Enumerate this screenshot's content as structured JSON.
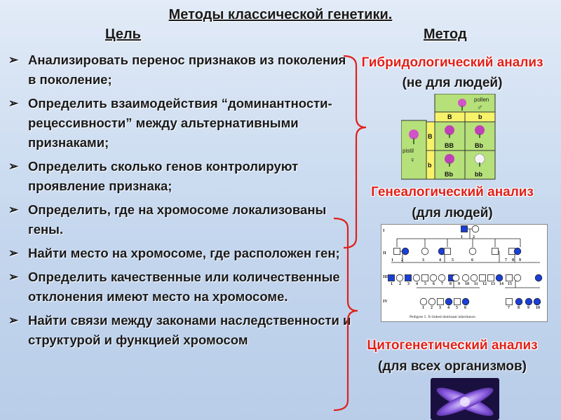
{
  "title": "Методы классической генетики.",
  "headers": {
    "goal": "Цель",
    "method": "Метод"
  },
  "goals": [
    "Анализировать перенос признаков из поколения в поколение;",
    "Определить взаимодействия “доминантности-рецессивности” между альтернативными признаками;",
    "Определить сколько генов контролируют проявление признака;",
    "Определить, где на хромосоме локализованы гены.",
    "Найти место на хромосоме, где расположен ген;",
    " Определить качественные или количественные отклонения имеют место на хромосоме.",
    "Найти связи между законами наследственности и структурой и функцией хромосом"
  ],
  "methods": [
    {
      "name": "Гибридологический анализ",
      "note": "(не для людей)"
    },
    {
      "name": "Генеалогический анализ",
      "note": "(для людей)"
    },
    {
      "name": "Цитогенетический анализ",
      "note": "(для всех организмов)"
    }
  ],
  "punnett": {
    "pollen": "pollen",
    "pistil": "pistil",
    "col_alleles": [
      "B",
      "b"
    ],
    "row_alleles": [
      "B",
      "b"
    ],
    "cells": [
      "BB",
      "Bb",
      "Bb",
      "bb"
    ]
  },
  "pedigree": {
    "generations": [
      "I",
      "II",
      "III",
      "IV"
    ],
    "caption": "Pedigree 5. X-linked dominant inheritance."
  },
  "colors": {
    "accent_red": "#e0201a",
    "affected_blue": "#1a3fd6",
    "grid_green": "#b6e07a"
  }
}
